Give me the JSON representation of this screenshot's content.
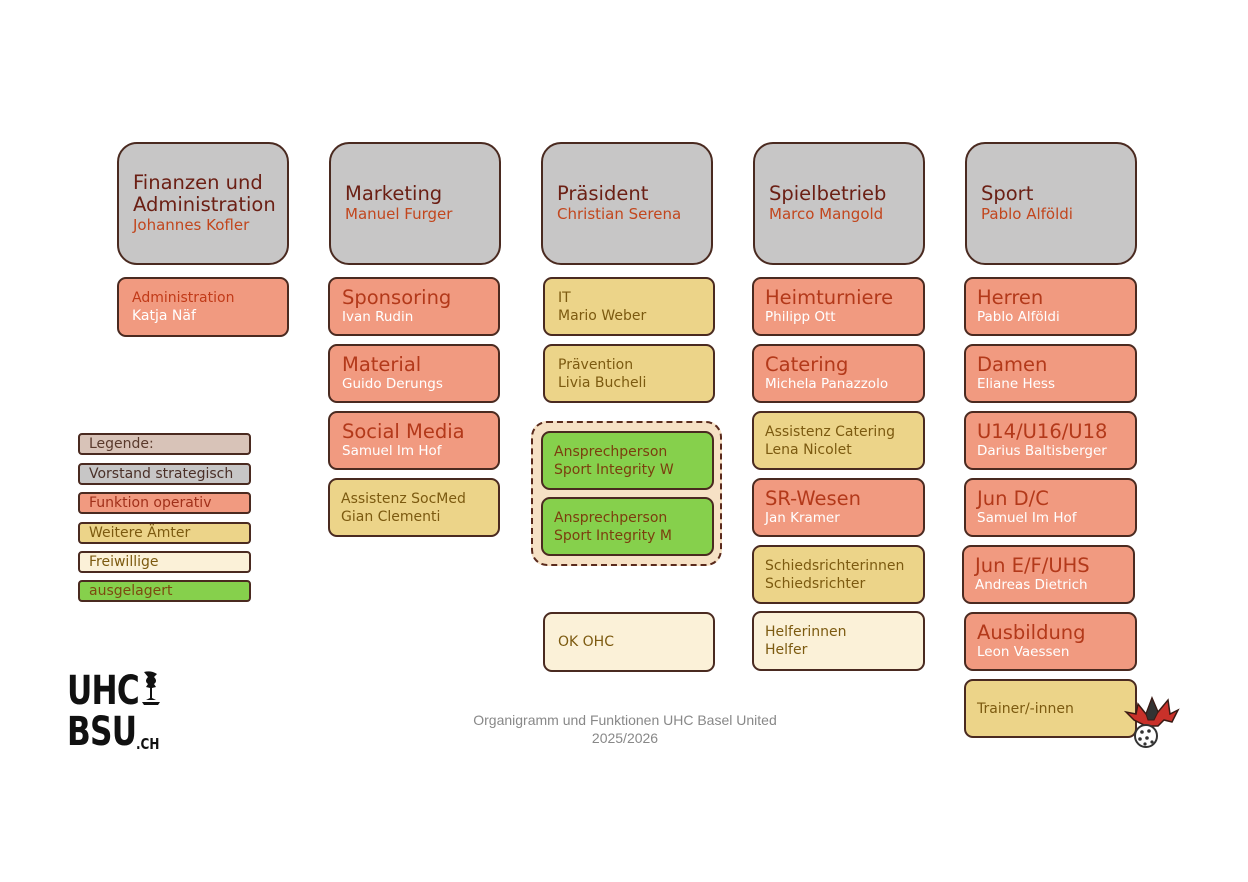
{
  "heads": [
    {
      "title": "Finanzen und Administration",
      "name": "Johannes Kofler"
    },
    {
      "title": "Marketing",
      "name": "Manuel Furger"
    },
    {
      "title": "Präsident",
      "name": "Christian Serena"
    },
    {
      "title": "Spielbetrieb",
      "name": "Marco Mangold"
    },
    {
      "title": "Sport",
      "name": "Pablo Alföldi"
    }
  ],
  "finanzen": [
    {
      "title": "Administration",
      "name": "Katja Näf"
    }
  ],
  "marketing": [
    {
      "title": "Sponsoring",
      "name": "Ivan Rudin"
    },
    {
      "title": "Material",
      "name": "Guido Derungs"
    },
    {
      "title": "Social Media",
      "name": "Samuel Im Hof"
    },
    {
      "title": "Assistenz SocMed",
      "name": "Gian Clementi"
    }
  ],
  "praesident": [
    {
      "title": "IT",
      "name": "Mario Weber"
    },
    {
      "title": "Prävention",
      "name": "Livia Bucheli"
    },
    {
      "title": "Ansprechperson",
      "name": "Sport Integrity W"
    },
    {
      "title": "Ansprechperson",
      "name": "Sport Integrity M"
    },
    {
      "title": "OK OHC",
      "name": ""
    }
  ],
  "spielbetrieb": [
    {
      "title": "Heimturniere",
      "name": "Philipp Ott"
    },
    {
      "title": "Catering",
      "name": "Michela Panazzolo"
    },
    {
      "title": "Assistenz Catering",
      "name": "Lena Nicolet"
    },
    {
      "title": "SR-Wesen",
      "name": "Jan Kramer"
    },
    {
      "title": "Schiedsrichterinnen",
      "name": "Schiedsrichter"
    },
    {
      "title": "Helferinnen",
      "name": "Helfer"
    }
  ],
  "sport": [
    {
      "title": "Herren",
      "name": "Pablo Alföldi"
    },
    {
      "title": "Damen",
      "name": "Eliane Hess"
    },
    {
      "title": "U14/U16/U18",
      "name": "Darius Baltisberger"
    },
    {
      "title": "Jun D/C",
      "name": "Samuel Im Hof"
    },
    {
      "title": "Jun E/F/UHS",
      "name": "Andreas Dietrich"
    },
    {
      "title": "Ausbildung",
      "name": "Leon Vaessen"
    },
    {
      "title": "Trainer/-innen",
      "name": ""
    }
  ],
  "legend": [
    {
      "label": "Legende:",
      "color": "#d8c3b8"
    },
    {
      "label": "Vorstand strategisch",
      "color": "#c7c6c6"
    },
    {
      "label": "Funktion operativ",
      "color": "#f19a80"
    },
    {
      "label": "Weitere Ämter",
      "color": "#ecd489"
    },
    {
      "label": "Freiwillige",
      "color": "#fbf1d8"
    },
    {
      "label": "ausgelagert",
      "color": "#86d04c"
    }
  ],
  "logo": {
    "line1": "UHC",
    "line2": "BSU",
    "suffix": ".CH"
  },
  "footer": {
    "line1": "Organigramm und Funktionen UHC Basel United",
    "line2": "2025/2026"
  }
}
